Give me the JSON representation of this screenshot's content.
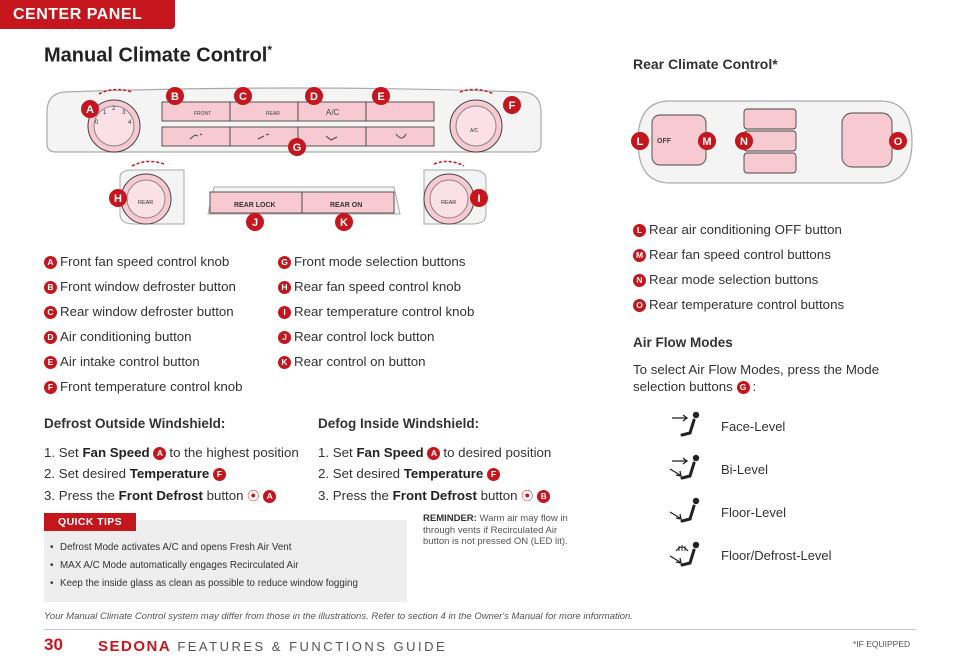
{
  "header": {
    "tab": "CENTER PANEL"
  },
  "title": "Manual Climate Control",
  "title_mark": "*",
  "rear_title": "Rear Climate Control*",
  "panel": {
    "callouts": [
      "A",
      "B",
      "C",
      "D",
      "E",
      "F",
      "G",
      "H",
      "I",
      "J",
      "K"
    ],
    "front_label": "FRONT",
    "rear_label": "REAR",
    "ac_label": "A/C",
    "rear_lock_label": "REAR LOCK",
    "rear_on_label": "REAR ON",
    "knob_rear_label": "REAR",
    "knob_ac_label": "A/C",
    "fan_ticks": [
      "0",
      "1",
      "2",
      "3",
      "4"
    ]
  },
  "rear_panel": {
    "callouts": [
      "L",
      "M",
      "N",
      "O"
    ],
    "off_label": "OFF"
  },
  "legend_left": [
    {
      "letter": "A",
      "text": "Front fan speed control knob"
    },
    {
      "letter": "B",
      "text": "Front window defroster button"
    },
    {
      "letter": "C",
      "text": "Rear window defroster button"
    },
    {
      "letter": "D",
      "text": "Air conditioning button"
    },
    {
      "letter": "E",
      "text": "Air intake control button"
    },
    {
      "letter": "F",
      "text": "Front temperature control knob"
    }
  ],
  "legend_mid": [
    {
      "letter": "G",
      "text": "Front mode selection buttons"
    },
    {
      "letter": "H",
      "text": "Rear fan speed control knob"
    },
    {
      "letter": "I",
      "text": "Rear temperature control knob"
    },
    {
      "letter": "J",
      "text": "Rear control lock button"
    },
    {
      "letter": "K",
      "text": "Rear control on button"
    }
  ],
  "legend_rear": [
    {
      "letter": "L",
      "text": "Rear air conditioning OFF button"
    },
    {
      "letter": "M",
      "text": "Rear fan speed control buttons"
    },
    {
      "letter": "N",
      "text": "Rear mode selection buttons"
    },
    {
      "letter": "O",
      "text": "Rear temperature control buttons"
    }
  ],
  "defrost": {
    "heading": "Defrost Outside Windshield:",
    "s1_pre": "1.  Set ",
    "s1_b": "Fan Speed",
    "s1_letter": "A",
    "s1_post": "to the highest position",
    "s2_pre": "2.  Set desired ",
    "s2_b": "Temperature",
    "s2_letter": "F",
    "s3_pre": "3.  Press the ",
    "s3_b": "Front Defrost",
    "s3_post": " button ",
    "s3_letter": "A"
  },
  "defog": {
    "heading": "Defog Inside Windshield:",
    "s1_pre": "1.  Set ",
    "s1_b": "Fan Speed",
    "s1_letter": "A",
    "s1_post": "to desired position",
    "s2_pre": "2.  Set desired ",
    "s2_b": "Temperature",
    "s2_letter": "F",
    "s3_pre": "3.  Press the ",
    "s3_b": "Front Defrost",
    "s3_post": " button ",
    "s3_letter": "B"
  },
  "quick_tips": {
    "label": "QUICK TIPS",
    "items": [
      "Defrost Mode activates A/C and opens Fresh Air Vent",
      "MAX A/C Mode automatically engages Recirculated Air",
      "Keep the inside glass as clean as possible to reduce window fogging"
    ]
  },
  "reminder": {
    "bold": "REMINDER:",
    "text": " Warm air may flow in through vents if Recirculated Air button is not pressed ON (LED lit)."
  },
  "airflow": {
    "heading": "Air Flow Modes",
    "intro": "To select Air Flow Modes, press the Mode selection buttons",
    "intro_letter": "G",
    "intro_end": ":",
    "modes": [
      {
        "label": "Face-Level",
        "icon": "face-level-icon"
      },
      {
        "label": "Bi-Level",
        "icon": "bi-level-icon"
      },
      {
        "label": "Floor-Level",
        "icon": "floor-level-icon"
      },
      {
        "label": "Floor/Defrost-Level",
        "icon": "floor-defrost-level-icon"
      }
    ]
  },
  "footnote": "Your Manual Climate Control system may differ from those in the illustrations. Refer to section 4 in the Owner's Manual for more information.",
  "footer": {
    "page": "30",
    "brand": "SEDONA",
    "guide": "FEATURES & FUNCTIONS GUIDE",
    "if_equipped": "*IF EQUIPPED"
  },
  "colors": {
    "accent": "#c4161c",
    "panel_fill": "#f7c9d0",
    "text": "#333333"
  }
}
